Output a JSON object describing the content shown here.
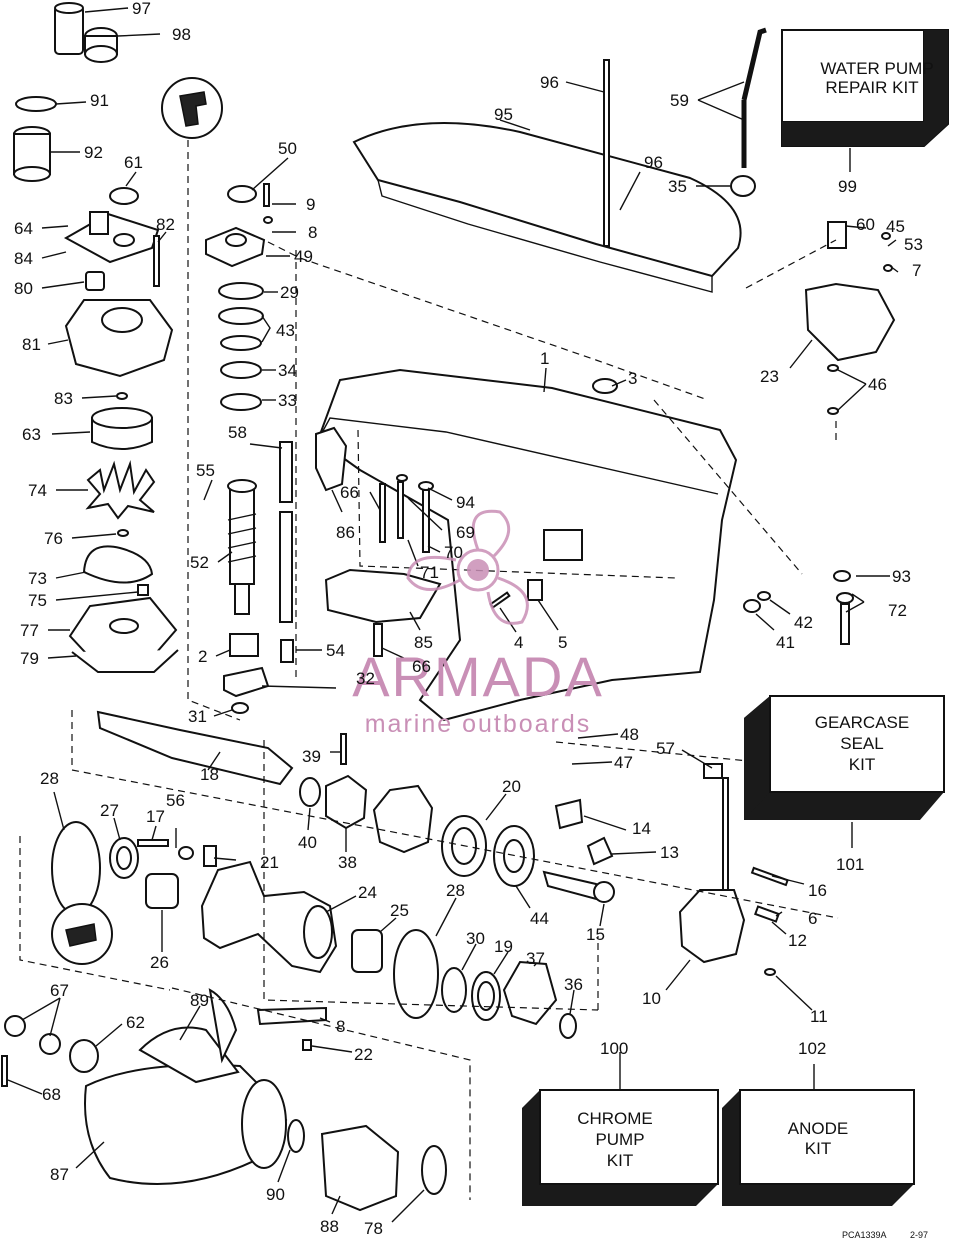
{
  "callouts": [
    {
      "id": "c97",
      "text": "97"
    },
    {
      "id": "c98",
      "text": "98"
    },
    {
      "id": "c91",
      "text": "91"
    },
    {
      "id": "c92",
      "text": "92"
    },
    {
      "id": "c61",
      "text": "61"
    },
    {
      "id": "c64",
      "text": "64"
    },
    {
      "id": "c82",
      "text": "82"
    },
    {
      "id": "c84",
      "text": "84"
    },
    {
      "id": "c80",
      "text": "80"
    },
    {
      "id": "c81",
      "text": "81"
    },
    {
      "id": "c83",
      "text": "83"
    },
    {
      "id": "c63",
      "text": "63"
    },
    {
      "id": "c74",
      "text": "74"
    },
    {
      "id": "c76",
      "text": "76"
    },
    {
      "id": "c73",
      "text": "73"
    },
    {
      "id": "c75",
      "text": "75"
    },
    {
      "id": "c77",
      "text": "77"
    },
    {
      "id": "c79",
      "text": "79"
    },
    {
      "id": "c50",
      "text": "50"
    },
    {
      "id": "c9",
      "text": "9"
    },
    {
      "id": "c8a",
      "text": "8"
    },
    {
      "id": "c49",
      "text": "49"
    },
    {
      "id": "c29",
      "text": "29"
    },
    {
      "id": "c43",
      "text": "43"
    },
    {
      "id": "c34",
      "text": "34"
    },
    {
      "id": "c33",
      "text": "33"
    },
    {
      "id": "c58",
      "text": "58"
    },
    {
      "id": "c55",
      "text": "55"
    },
    {
      "id": "c52",
      "text": "52"
    },
    {
      "id": "c2",
      "text": "2"
    },
    {
      "id": "c54",
      "text": "54"
    },
    {
      "id": "c32",
      "text": "32"
    },
    {
      "id": "c31",
      "text": "31"
    },
    {
      "id": "c96a",
      "text": "96"
    },
    {
      "id": "c95",
      "text": "95"
    },
    {
      "id": "c96b",
      "text": "96"
    },
    {
      "id": "c59",
      "text": "59"
    },
    {
      "id": "c35",
      "text": "35"
    },
    {
      "id": "c99",
      "text": "99"
    },
    {
      "id": "c60",
      "text": "60"
    },
    {
      "id": "c45",
      "text": "45"
    },
    {
      "id": "c53",
      "text": "53"
    },
    {
      "id": "c7",
      "text": "7"
    },
    {
      "id": "c23",
      "text": "23"
    },
    {
      "id": "c46",
      "text": "46"
    },
    {
      "id": "c1",
      "text": "1"
    },
    {
      "id": "c3",
      "text": "3"
    },
    {
      "id": "c66a",
      "text": "66"
    },
    {
      "id": "c86",
      "text": "86"
    },
    {
      "id": "c94",
      "text": "94"
    },
    {
      "id": "c69",
      "text": "69"
    },
    {
      "id": "c70",
      "text": "70"
    },
    {
      "id": "c71",
      "text": "71"
    },
    {
      "id": "c93",
      "text": "93"
    },
    {
      "id": "c42",
      "text": "42"
    },
    {
      "id": "c72",
      "text": "72"
    },
    {
      "id": "c41",
      "text": "41"
    },
    {
      "id": "c4",
      "text": "4"
    },
    {
      "id": "c5",
      "text": "5"
    },
    {
      "id": "c85",
      "text": "85"
    },
    {
      "id": "c66b",
      "text": "66"
    },
    {
      "id": "c48",
      "text": "48"
    },
    {
      "id": "c47",
      "text": "47"
    },
    {
      "id": "c57",
      "text": "57"
    },
    {
      "id": "c39",
      "text": "39"
    },
    {
      "id": "c18",
      "text": "18"
    },
    {
      "id": "c40",
      "text": "40"
    },
    {
      "id": "c38",
      "text": "38"
    },
    {
      "id": "c20",
      "text": "20"
    },
    {
      "id": "c14",
      "text": "14"
    },
    {
      "id": "c13",
      "text": "13"
    },
    {
      "id": "c28a",
      "text": "28"
    },
    {
      "id": "c27",
      "text": "27"
    },
    {
      "id": "c56",
      "text": "56"
    },
    {
      "id": "c17",
      "text": "17"
    },
    {
      "id": "c21",
      "text": "21"
    },
    {
      "id": "c24",
      "text": "24"
    },
    {
      "id": "c25",
      "text": "25"
    },
    {
      "id": "c28b",
      "text": "28"
    },
    {
      "id": "c44",
      "text": "44"
    },
    {
      "id": "c15",
      "text": "15"
    },
    {
      "id": "c16",
      "text": "16"
    },
    {
      "id": "c6",
      "text": "6"
    },
    {
      "id": "c12",
      "text": "12"
    },
    {
      "id": "c101",
      "text": "101"
    },
    {
      "id": "c26",
      "text": "26"
    },
    {
      "id": "c30",
      "text": "30"
    },
    {
      "id": "c19",
      "text": "19"
    },
    {
      "id": "c37",
      "text": "37"
    },
    {
      "id": "c36",
      "text": "36"
    },
    {
      "id": "c10",
      "text": "10"
    },
    {
      "id": "c11",
      "text": "11"
    },
    {
      "id": "c8b",
      "text": "8"
    },
    {
      "id": "c22",
      "text": "22"
    },
    {
      "id": "c67",
      "text": "67"
    },
    {
      "id": "c62",
      "text": "62"
    },
    {
      "id": "c89",
      "text": "89"
    },
    {
      "id": "c68",
      "text": "68"
    },
    {
      "id": "c100",
      "text": "100"
    },
    {
      "id": "c102",
      "text": "102"
    },
    {
      "id": "c87",
      "text": "87"
    },
    {
      "id": "c90",
      "text": "90"
    },
    {
      "id": "c88",
      "text": "88"
    },
    {
      "id": "c78",
      "text": "78"
    }
  ],
  "kits": {
    "water_pump": {
      "line1": "WATER PUMP",
      "line2": "REPAIR KIT"
    },
    "gearcase_seal": {
      "line1": "GEARCASE",
      "line2": "SEAL",
      "line3": "KIT"
    },
    "chrome_pump": {
      "line1": "CHROME",
      "line2": "PUMP",
      "line3": "KIT"
    },
    "anode": {
      "line1": "ANODE",
      "line2": "KIT"
    }
  },
  "watermark": {
    "brand": "ARMADA",
    "tagline": "marine outboards",
    "logo_color": "#c98fb6"
  },
  "footer": {
    "code": "PCA1339A",
    "date": "2-97"
  }
}
